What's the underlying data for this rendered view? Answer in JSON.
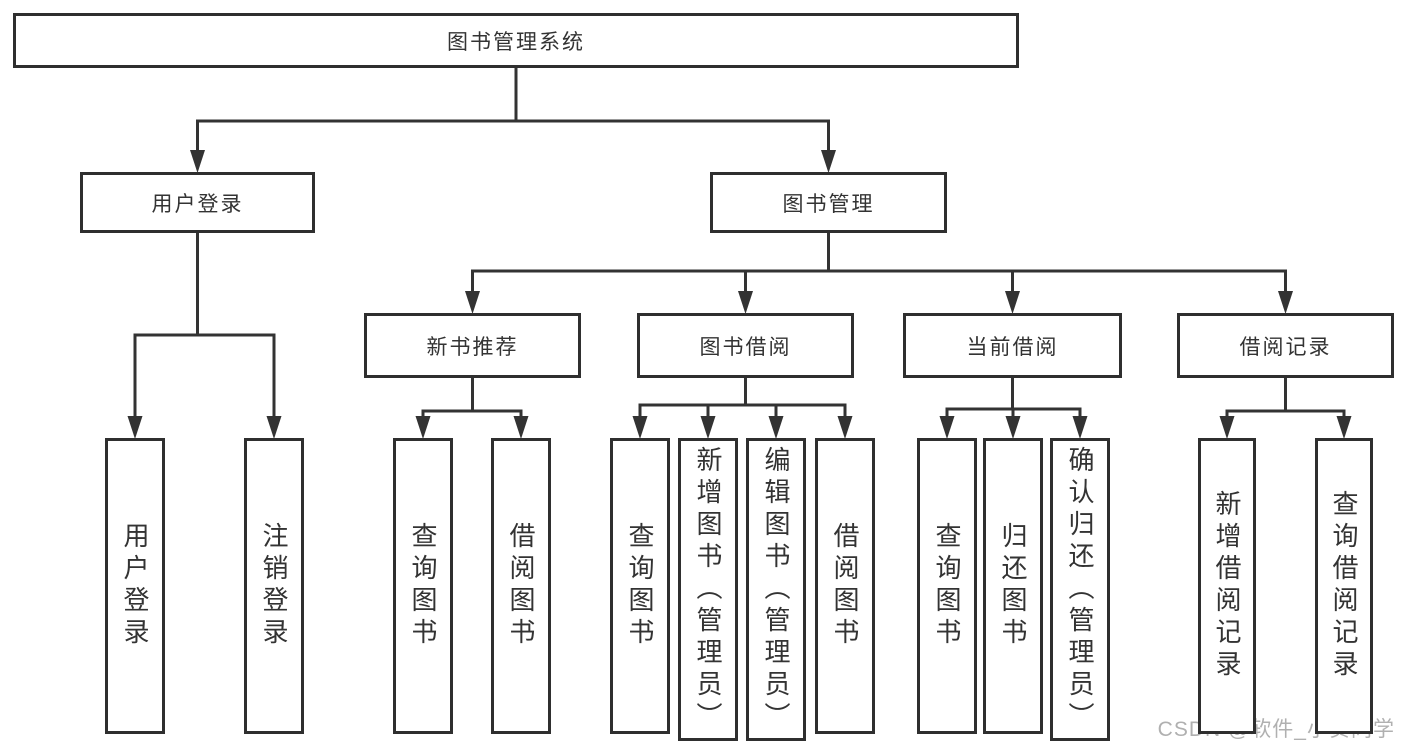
{
  "diagram": {
    "nodes": [
      {
        "id": "root",
        "label": "图书管理系统"
      },
      {
        "id": "user-login",
        "label": "用户登录"
      },
      {
        "id": "book-management",
        "label": "图书管理"
      },
      {
        "id": "new-book-recommend",
        "label": "新书推荐"
      },
      {
        "id": "book-borrow",
        "label": "图书借阅"
      },
      {
        "id": "current-borrow",
        "label": "当前借阅"
      },
      {
        "id": "borrow-records",
        "label": "借阅记录"
      },
      {
        "id": "leaf-user-login",
        "label": "用户登录"
      },
      {
        "id": "leaf-logout",
        "label": "注销登录"
      },
      {
        "id": "leaf-query-book-1",
        "label": "查询图书"
      },
      {
        "id": "leaf-borrow-book-1",
        "label": "借阅图书"
      },
      {
        "id": "leaf-query-book-2",
        "label": "查询图书"
      },
      {
        "id": "leaf-add-book",
        "label": "新增图书（管理员）"
      },
      {
        "id": "leaf-edit-book",
        "label": "编辑图书（管理员）"
      },
      {
        "id": "leaf-borrow-book-2",
        "label": "借阅图书"
      },
      {
        "id": "leaf-query-book-3",
        "label": "查询图书"
      },
      {
        "id": "leaf-return-book",
        "label": "归还图书"
      },
      {
        "id": "leaf-confirm-return",
        "label": "确认归还（管理员）"
      },
      {
        "id": "leaf-add-borrow-record",
        "label": "新增借阅记录"
      },
      {
        "id": "leaf-query-borrow-record",
        "label": "查询借阅记录"
      }
    ],
    "edges": [
      {
        "from": "root",
        "to": [
          "user-login",
          "book-management"
        ]
      },
      {
        "from": "user-login",
        "to": [
          "leaf-user-login",
          "leaf-logout"
        ]
      },
      {
        "from": "book-management",
        "to": [
          "new-book-recommend",
          "book-borrow",
          "current-borrow",
          "borrow-records"
        ]
      },
      {
        "from": "new-book-recommend",
        "to": [
          "leaf-query-book-1",
          "leaf-borrow-book-1"
        ]
      },
      {
        "from": "book-borrow",
        "to": [
          "leaf-query-book-2",
          "leaf-add-book",
          "leaf-edit-book",
          "leaf-borrow-book-2"
        ]
      },
      {
        "from": "current-borrow",
        "to": [
          "leaf-query-book-3",
          "leaf-return-book",
          "leaf-confirm-return"
        ]
      },
      {
        "from": "borrow-records",
        "to": [
          "leaf-add-borrow-record",
          "leaf-query-borrow-record"
        ]
      }
    ]
  },
  "watermark": {
    "text": "CSDN @软件_小贺同学"
  },
  "colors": {
    "line": "#333333",
    "box_border": "#2f2f2f",
    "text": "#333333",
    "background": "#ffffff",
    "watermark": "#b0b0b0"
  }
}
